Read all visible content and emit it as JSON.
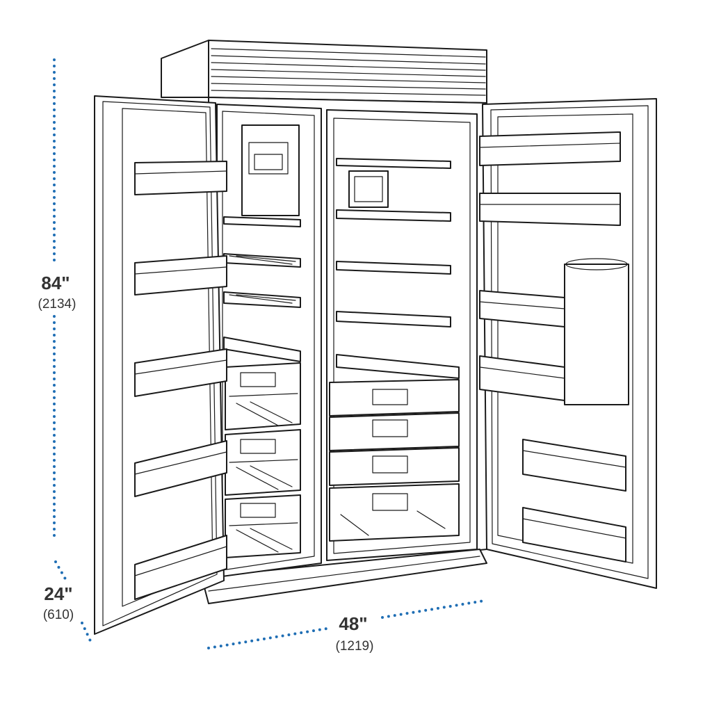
{
  "dimensions": {
    "height": {
      "inches": "84\"",
      "mm": "(2134)"
    },
    "depth": {
      "inches": "24\"",
      "mm": "(610)"
    },
    "width": {
      "inches": "48\"",
      "mm": "(1219)"
    }
  },
  "colors": {
    "dimension_line": "#1f6eb4",
    "dimension_text": "#333333",
    "outline": "#1a1a1a",
    "background": "#ffffff"
  }
}
